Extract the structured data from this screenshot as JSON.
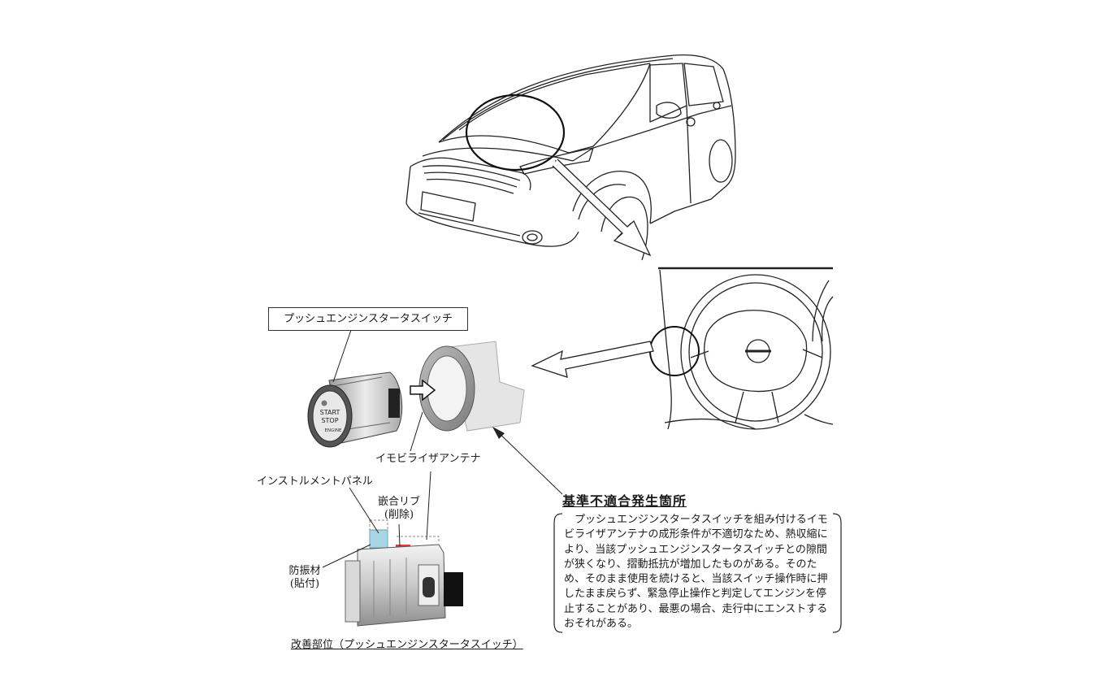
{
  "labels": {
    "product_name": "プッシュエンジンスタータスイッチ",
    "immobilizer_antenna": "イモビライザアンテナ",
    "instrument_panel": "インストルメントパネル",
    "fitting_rib_line1": "嵌合リブ",
    "fitting_rib_line2": "(削除)",
    "damper_line1": "防振材",
    "damper_line2": "(貼付)",
    "improvement_caption": "改善部位（プッシュエンジンスタータスイッチ）"
  },
  "button_text": {
    "line1": "START",
    "line2": "STOP",
    "line3": "ENGINE"
  },
  "issue": {
    "title": "基準不適合発生箇所",
    "body": "　プッシュエンジンスタータスイッチを組み付けるイモビライザアンテナの成形条件が不適切なため、熱収縮により、当該プッシュエンジンスタータスイッチとの隙間が狭くなり、摺動抵抗が増加したものがある。そのため、そのまま使用を続けると、当該スイッチ操作時に押したまま戻らず、緊急停止操作と判定してエンジンを停止することがあり、最悪の場合、走行中にエンストするおそれがある。"
  },
  "colors": {
    "line": "#222222",
    "damper_blue": "#a9d6e6",
    "rib_red": "#e23b3b"
  }
}
